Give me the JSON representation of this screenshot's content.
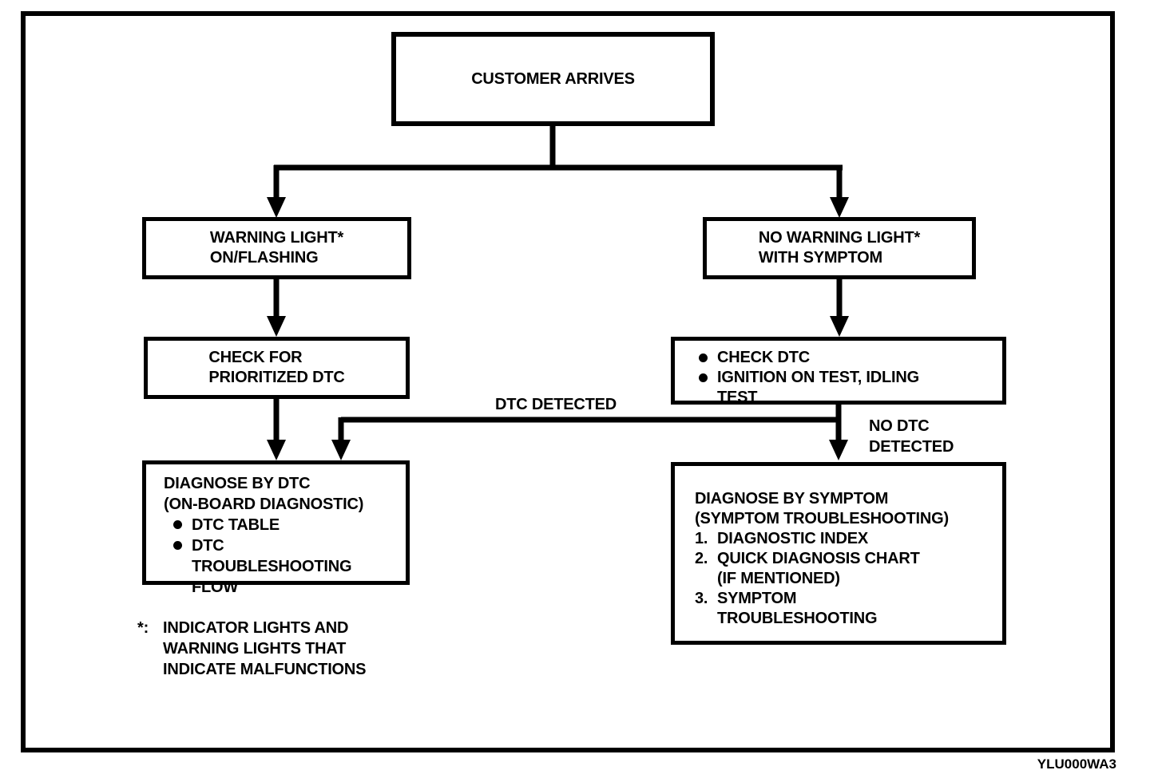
{
  "diagram": {
    "figure_code": "YLU000WA3",
    "colors": {
      "ink": "#000000",
      "background": "#ffffff"
    },
    "nodes": {
      "customer_arrives": {
        "label": "CUSTOMER ARRIVES"
      },
      "warning_light": {
        "line1": "WARNING LIGHT*",
        "line2": "ON/FLASHING"
      },
      "no_warning_light": {
        "line1": "NO WARNING LIGHT*",
        "line2": "WITH SYMPTOM"
      },
      "check_prioritized_dtc": {
        "line1": "CHECK FOR",
        "line2": "PRIORITIZED DTC"
      },
      "check_dtc": {
        "bullet1": "CHECK DTC",
        "bullet2_line1": "IGNITION ON TEST, IDLING",
        "bullet2_line2": "TEST"
      },
      "diagnose_by_dtc": {
        "title_line1": "DIAGNOSE BY DTC",
        "title_line2": "(ON-BOARD DIAGNOSTIC)",
        "bullet1": "DTC TABLE",
        "bullet2_line1": "DTC",
        "bullet2_line2": "TROUBLESHOOTING",
        "bullet2_line3": "FLOW"
      },
      "diagnose_by_symptom": {
        "title_line1": "DIAGNOSE BY SYMPTOM",
        "title_line2": "(SYMPTOM TROUBLESHOOTING)",
        "item1_num": "1.",
        "item1_line1": "DIAGNOSTIC INDEX",
        "item2_num": "2.",
        "item2_line1": "QUICK DIAGNOSIS CHART",
        "item2_line2": "(IF MENTIONED)",
        "item3_num": "3.",
        "item3_line1": "SYMPTOM",
        "item3_line2": "TROUBLESHOOTING"
      }
    },
    "edge_labels": {
      "dtc_detected": "DTC DETECTED",
      "no_dtc_line1": "NO DTC",
      "no_dtc_line2": "DETECTED"
    },
    "footnote": {
      "marker": "*:",
      "line1": "INDICATOR LIGHTS AND",
      "line2": "WARNING LIGHTS THAT",
      "line3": "INDICATE MALFUNCTIONS"
    }
  }
}
